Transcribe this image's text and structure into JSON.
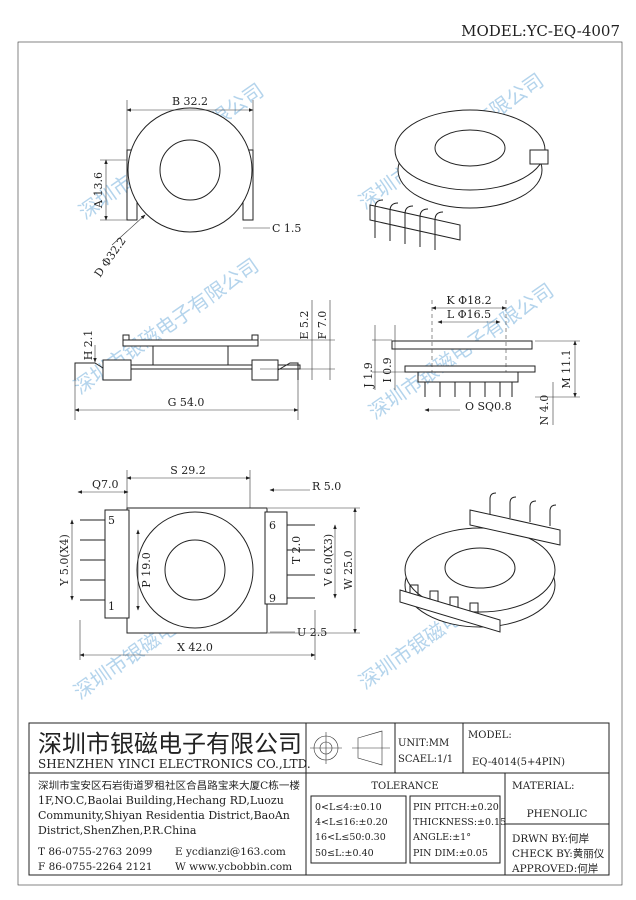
{
  "model_header": "MODEL:YC-EQ-4007",
  "watermark": "深圳市银磁电子有限公司",
  "dimensions": {
    "B": "B 32.2",
    "A": "A 13.6",
    "C": "C 1.5",
    "D": "D Φ32.2",
    "E": "E 5.2",
    "F": "F 7.0",
    "H": "H 2.1",
    "G": "G 54.0",
    "K": "K Φ18.2",
    "L": "L Φ16.5",
    "J": "J 1.9",
    "I": "I 0.9",
    "M": "M 11.1",
    "N": "N 4.0",
    "O": "O SQ0.8",
    "Q": "Q7.0",
    "S": "S 29.2",
    "R": "R 5.0",
    "Y": "Y 5.0(X4)",
    "P": "P 19.0",
    "T": "T 2.0",
    "V": "V 6.0(X3)",
    "W": "W 25.0",
    "U": "U 2.5",
    "X": "X 42.0"
  },
  "pin_numbers": [
    "5",
    "1",
    "6",
    "9"
  ],
  "title_block": {
    "company_cn": "深圳市银磁电子有限公司",
    "company_en": "SHENZHEN YINCI ELECTRONICS CO.,LTD.",
    "unit": "UNIT:MM",
    "scale": "SCAEL:1/1",
    "model_label": "MODEL:",
    "model_value": "EQ-4014(5+4PIN)",
    "address_cn": "深圳市宝安区石岩街道罗租社区合昌路宝来大厦C栋一楼",
    "address_en": [
      "1F,NO.C,Baolai Building,Hechang RD,Luozu",
      "Community,Shiyan Residentia District,BaoAn",
      "District,ShenZhen,P.R.China"
    ],
    "tel": "T 86-0755-2763 2099",
    "fax": "F 86-0755-2264 2121",
    "email": "E ycdianzi@163.com",
    "web": "W www.ycbobbin.com",
    "tolerance_title": "TOLERANCE",
    "tolerance_length": [
      "0<L≤4:±0.10",
      "4<L≤16:±0.20",
      "16<L≤50:0.30",
      "50≤L:±0.40"
    ],
    "tolerance_other": [
      "PIN PITCH:±0.20",
      "THICKNESS:±0.15",
      "ANGLE:±1°",
      "PIN DIM:±0.05"
    ],
    "material_label": "MATERIAL:",
    "material_value": "PHENOLIC",
    "drawn_by": "DRWN BY:何岸",
    "check_by": "CHECK BY:黄丽仪",
    "approved": "APPROVED:何岸"
  }
}
